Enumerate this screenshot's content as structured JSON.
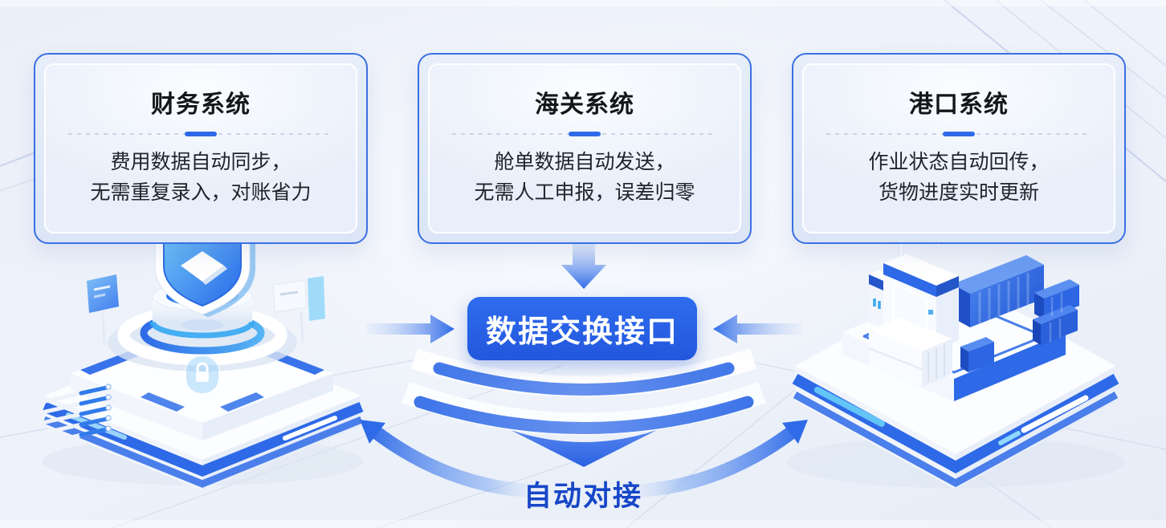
{
  "cards": [
    {
      "title": "财务系统",
      "line1": "费用数据自动同步，",
      "line2": "无需重复录入，对账省力"
    },
    {
      "title": "海关系统",
      "line1": "舱单数据自动发送，",
      "line2": "无需人工申报，误差归零"
    },
    {
      "title": "港口系统",
      "line1": "作业状态自动回传，",
      "line2": "货物进度实时更新"
    }
  ],
  "center": {
    "exchange_label": "数据交换接口",
    "docking_label": "自动对接"
  },
  "icons": {
    "left_illustration": "security-shield-platform-icon",
    "right_illustration": "port-warehouse-containers-icon",
    "down_arrow": "down-arrow-icon",
    "left_arrow": "right-pointing-arrow-icon",
    "right_arrow": "left-pointing-arrow-icon",
    "ripples": "ripple-waves-icon",
    "curved_arrows": "curved-double-arrow-icon"
  },
  "colors": {
    "accent_blue": "#2e6ae7",
    "button_blue": "#2763e8",
    "deep_blue_text": "#1747c8",
    "card_border": "#3a70e2",
    "dash_gray": "#c9d4e8",
    "light_blue": "#59c2f7",
    "title_black": "#14161a",
    "body_black": "#20242c",
    "background": "#edf1f9"
  }
}
